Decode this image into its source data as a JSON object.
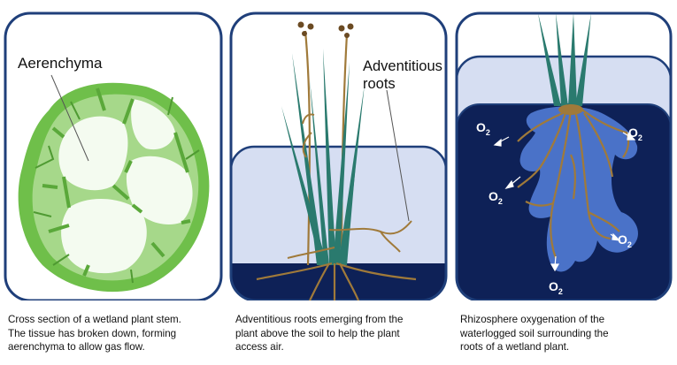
{
  "panels": [
    {
      "id": "stem-cross-section",
      "label": "Aerenchyma",
      "caption_lines": [
        "Cross section of a wetland plant stem.",
        "The tissue has broken down, forming",
        "aerenchyma to allow gas flow."
      ]
    },
    {
      "id": "adventitious-roots",
      "label_lines": [
        "Adventitious",
        "roots"
      ],
      "caption_lines": [
        "Adventitious roots emerging from the",
        "plant above the soil to help the plant",
        "access air."
      ]
    },
    {
      "id": "rhizosphere-oxygenation",
      "o2_labels": [
        {
          "main": "O",
          "sub": "2"
        },
        {
          "main": "O",
          "sub": "2"
        },
        {
          "main": "O",
          "sub": "2"
        },
        {
          "main": "O",
          "sub": "2"
        },
        {
          "main": "O",
          "sub": "2"
        }
      ],
      "caption_lines": [
        "Rhizosphere oxygenation of the",
        "waterlogged soil surrounding the",
        "roots of a wetland plant."
      ]
    }
  ],
  "colors": {
    "frame": "#1f3f7a",
    "water": "#d6def2",
    "soil": "#0e2157",
    "leaf": "#2a7a6e",
    "root": "#a07a3a",
    "tissue_green": "#6fbf4a",
    "tissue_light": "#a6d88a",
    "cell_white": "#f4fbf0",
    "oxygen_zone": "#4a72c8"
  }
}
